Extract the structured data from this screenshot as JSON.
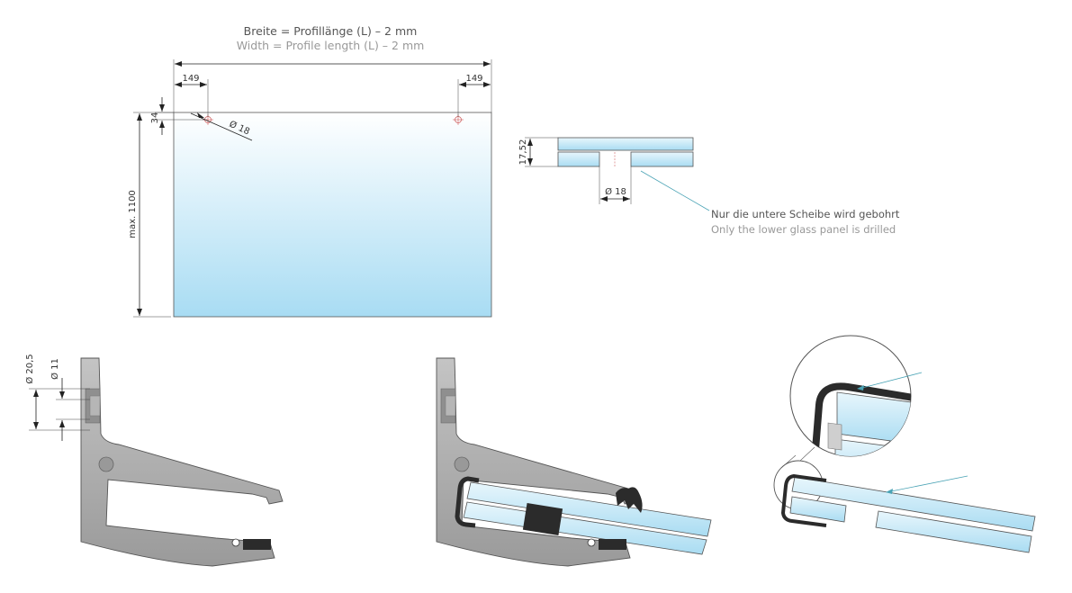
{
  "title_de": "Breite = Profillänge (L) – 2 mm",
  "title_en": "Width = Profile length (L) – 2 mm",
  "dims": {
    "left_offset": "149",
    "right_offset": "149",
    "top_offset": "34",
    "hole_diameter": "Ø 18",
    "max_height": "max. 1100",
    "glass_thickness": "17,52",
    "section_hole": "Ø 18",
    "outer_diameter": "Ø 20,5",
    "inner_diameter": "Ø 11"
  },
  "note_de": "Nur die untere Scheibe wird gebohrt",
  "note_en": "Only the lower glass panel is drilled",
  "colors": {
    "glass_top": "#ffffff",
    "glass_bottom": "#a8dcf3",
    "profile": "#a9a9a9",
    "gasket": "#2b2b2b",
    "leader": "#4aa3b5",
    "hole_mark": "#d06060"
  }
}
